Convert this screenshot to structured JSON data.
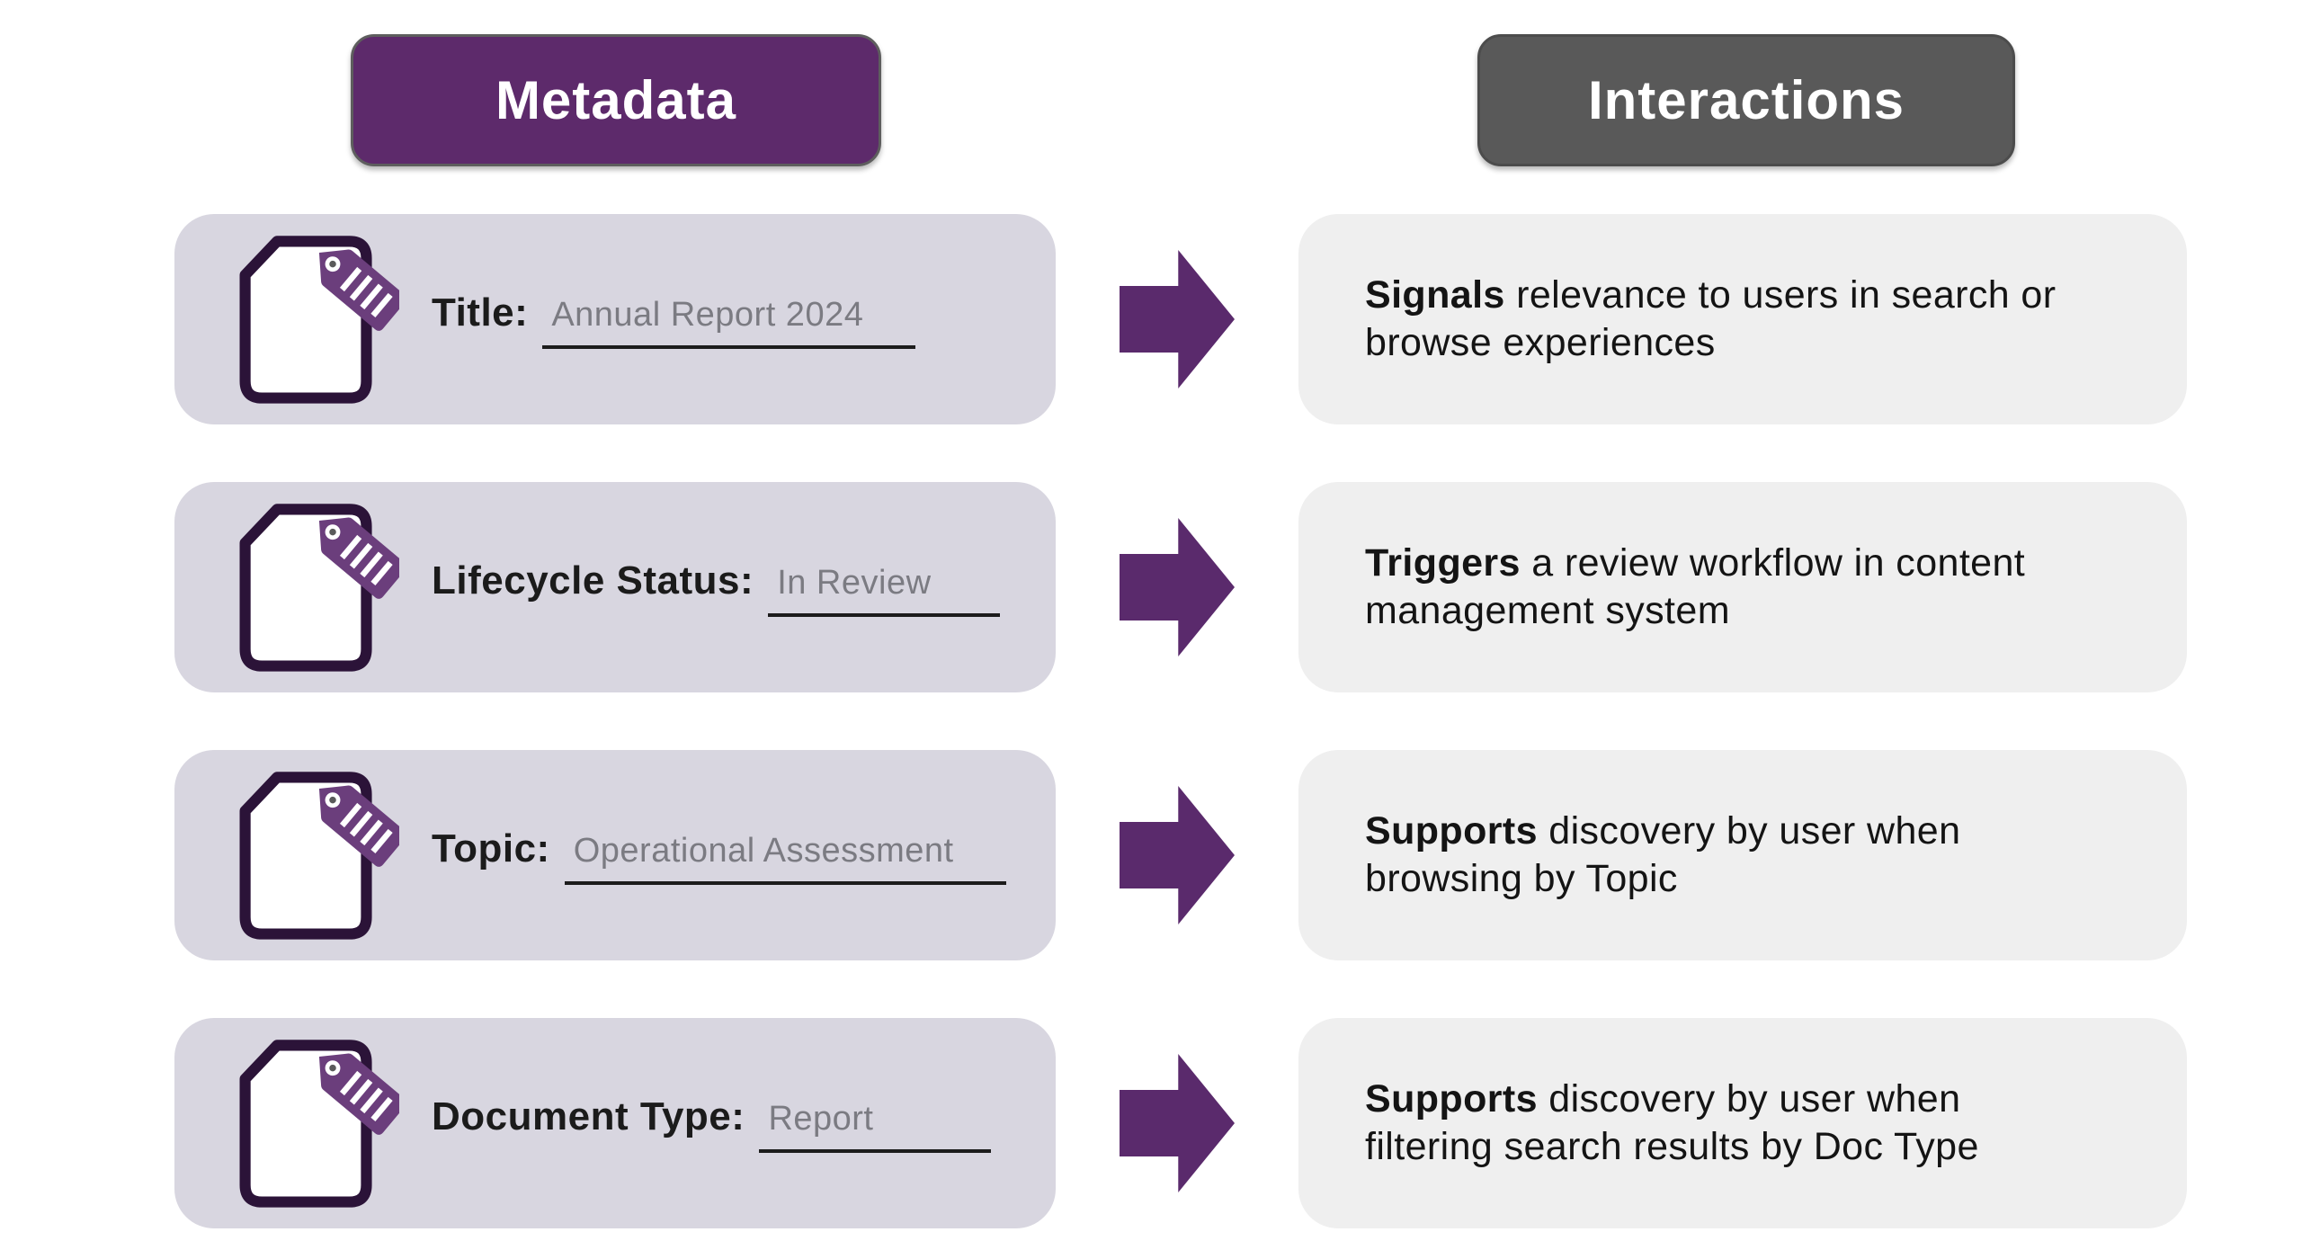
{
  "headers": {
    "metadata": "Metadata",
    "interactions": "Interactions"
  },
  "colors": {
    "metadata_badge": "#5d2a6b",
    "interactions_badge": "#595959",
    "arrow": "#5a2a6c",
    "tag": "#6b3e7c",
    "document_outline": "#2b1338",
    "metadata_card_bg": "#d8d6e0",
    "interaction_card_bg": "#efefef",
    "label_text": "#1b1b1b",
    "value_text": "#7b7b82",
    "underline": "#1c1c1c"
  },
  "rows": [
    {
      "label": "Title:",
      "value": "Annual Report 2024",
      "interaction": {
        "bold": "Signals",
        "line1_rest": " relevance to users in search or",
        "line2": "browse experiences"
      }
    },
    {
      "label": "Lifecycle Status:",
      "value": "In Review",
      "interaction": {
        "bold": "Triggers",
        "line1_rest": " a review workflow in content",
        "line2": "management system"
      }
    },
    {
      "label": "Topic:",
      "value": "Operational Assessment",
      "interaction": {
        "bold": "Supports",
        "line1_rest": " discovery by user when",
        "line2": "browsing by Topic"
      }
    },
    {
      "label": "Document Type:",
      "value": "Report",
      "interaction": {
        "bold": "Supports",
        "line1_rest": " discovery by user when",
        "line2": "filtering search results by Doc Type"
      }
    }
  ]
}
